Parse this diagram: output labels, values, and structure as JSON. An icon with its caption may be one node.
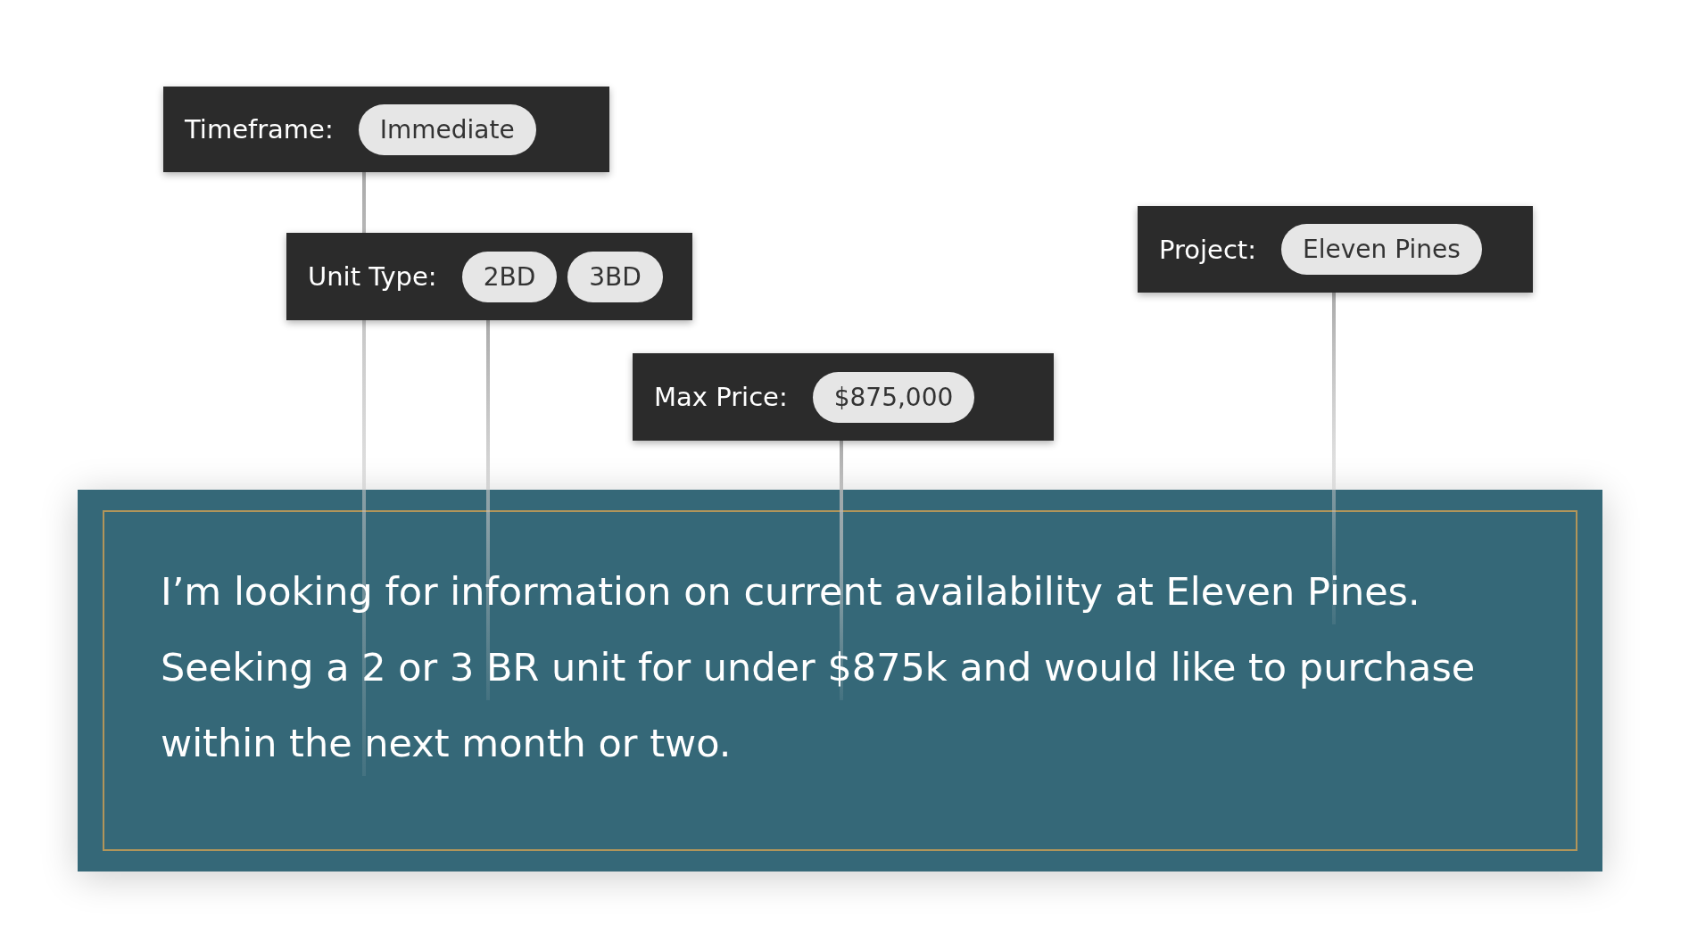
{
  "diagram": {
    "nodes": [
      {
        "text": [
          "Timeframe:"
        ]
      },
      {
        "text": [
          "Immediate"
        ],
        "in": 0
      },
      {
        "text": [
          "Unit Type:"
        ]
      },
      {
        "text": [
          "2BD"
        ],
        "in": 2
      },
      {
        "text": [
          "3BD"
        ],
        "in": 2
      },
      {
        "text": [
          "Project:"
        ]
      },
      {
        "text": [
          "Eleven Pines"
        ],
        "in": 5
      },
      {
        "text": [
          "Max Price:"
        ]
      },
      {
        "text": [
          "$875,000"
        ],
        "in": 7
      },
      {
        "text": [
          "I’m looking for information on current availability at Eleven Pines. Seeking a 2 or 3 BR unit for under $875k and would like to purchase within the next month or two."
        ]
      }
    ],
    "edges": [
      {
        "from": 0,
        "to": 9,
        "arrow": "none"
      },
      {
        "from": 2,
        "to": 9,
        "arrow": "none"
      },
      {
        "from": 7,
        "to": 9,
        "arrow": "none"
      },
      {
        "from": 5,
        "to": 9,
        "arrow": "none"
      }
    ]
  }
}
